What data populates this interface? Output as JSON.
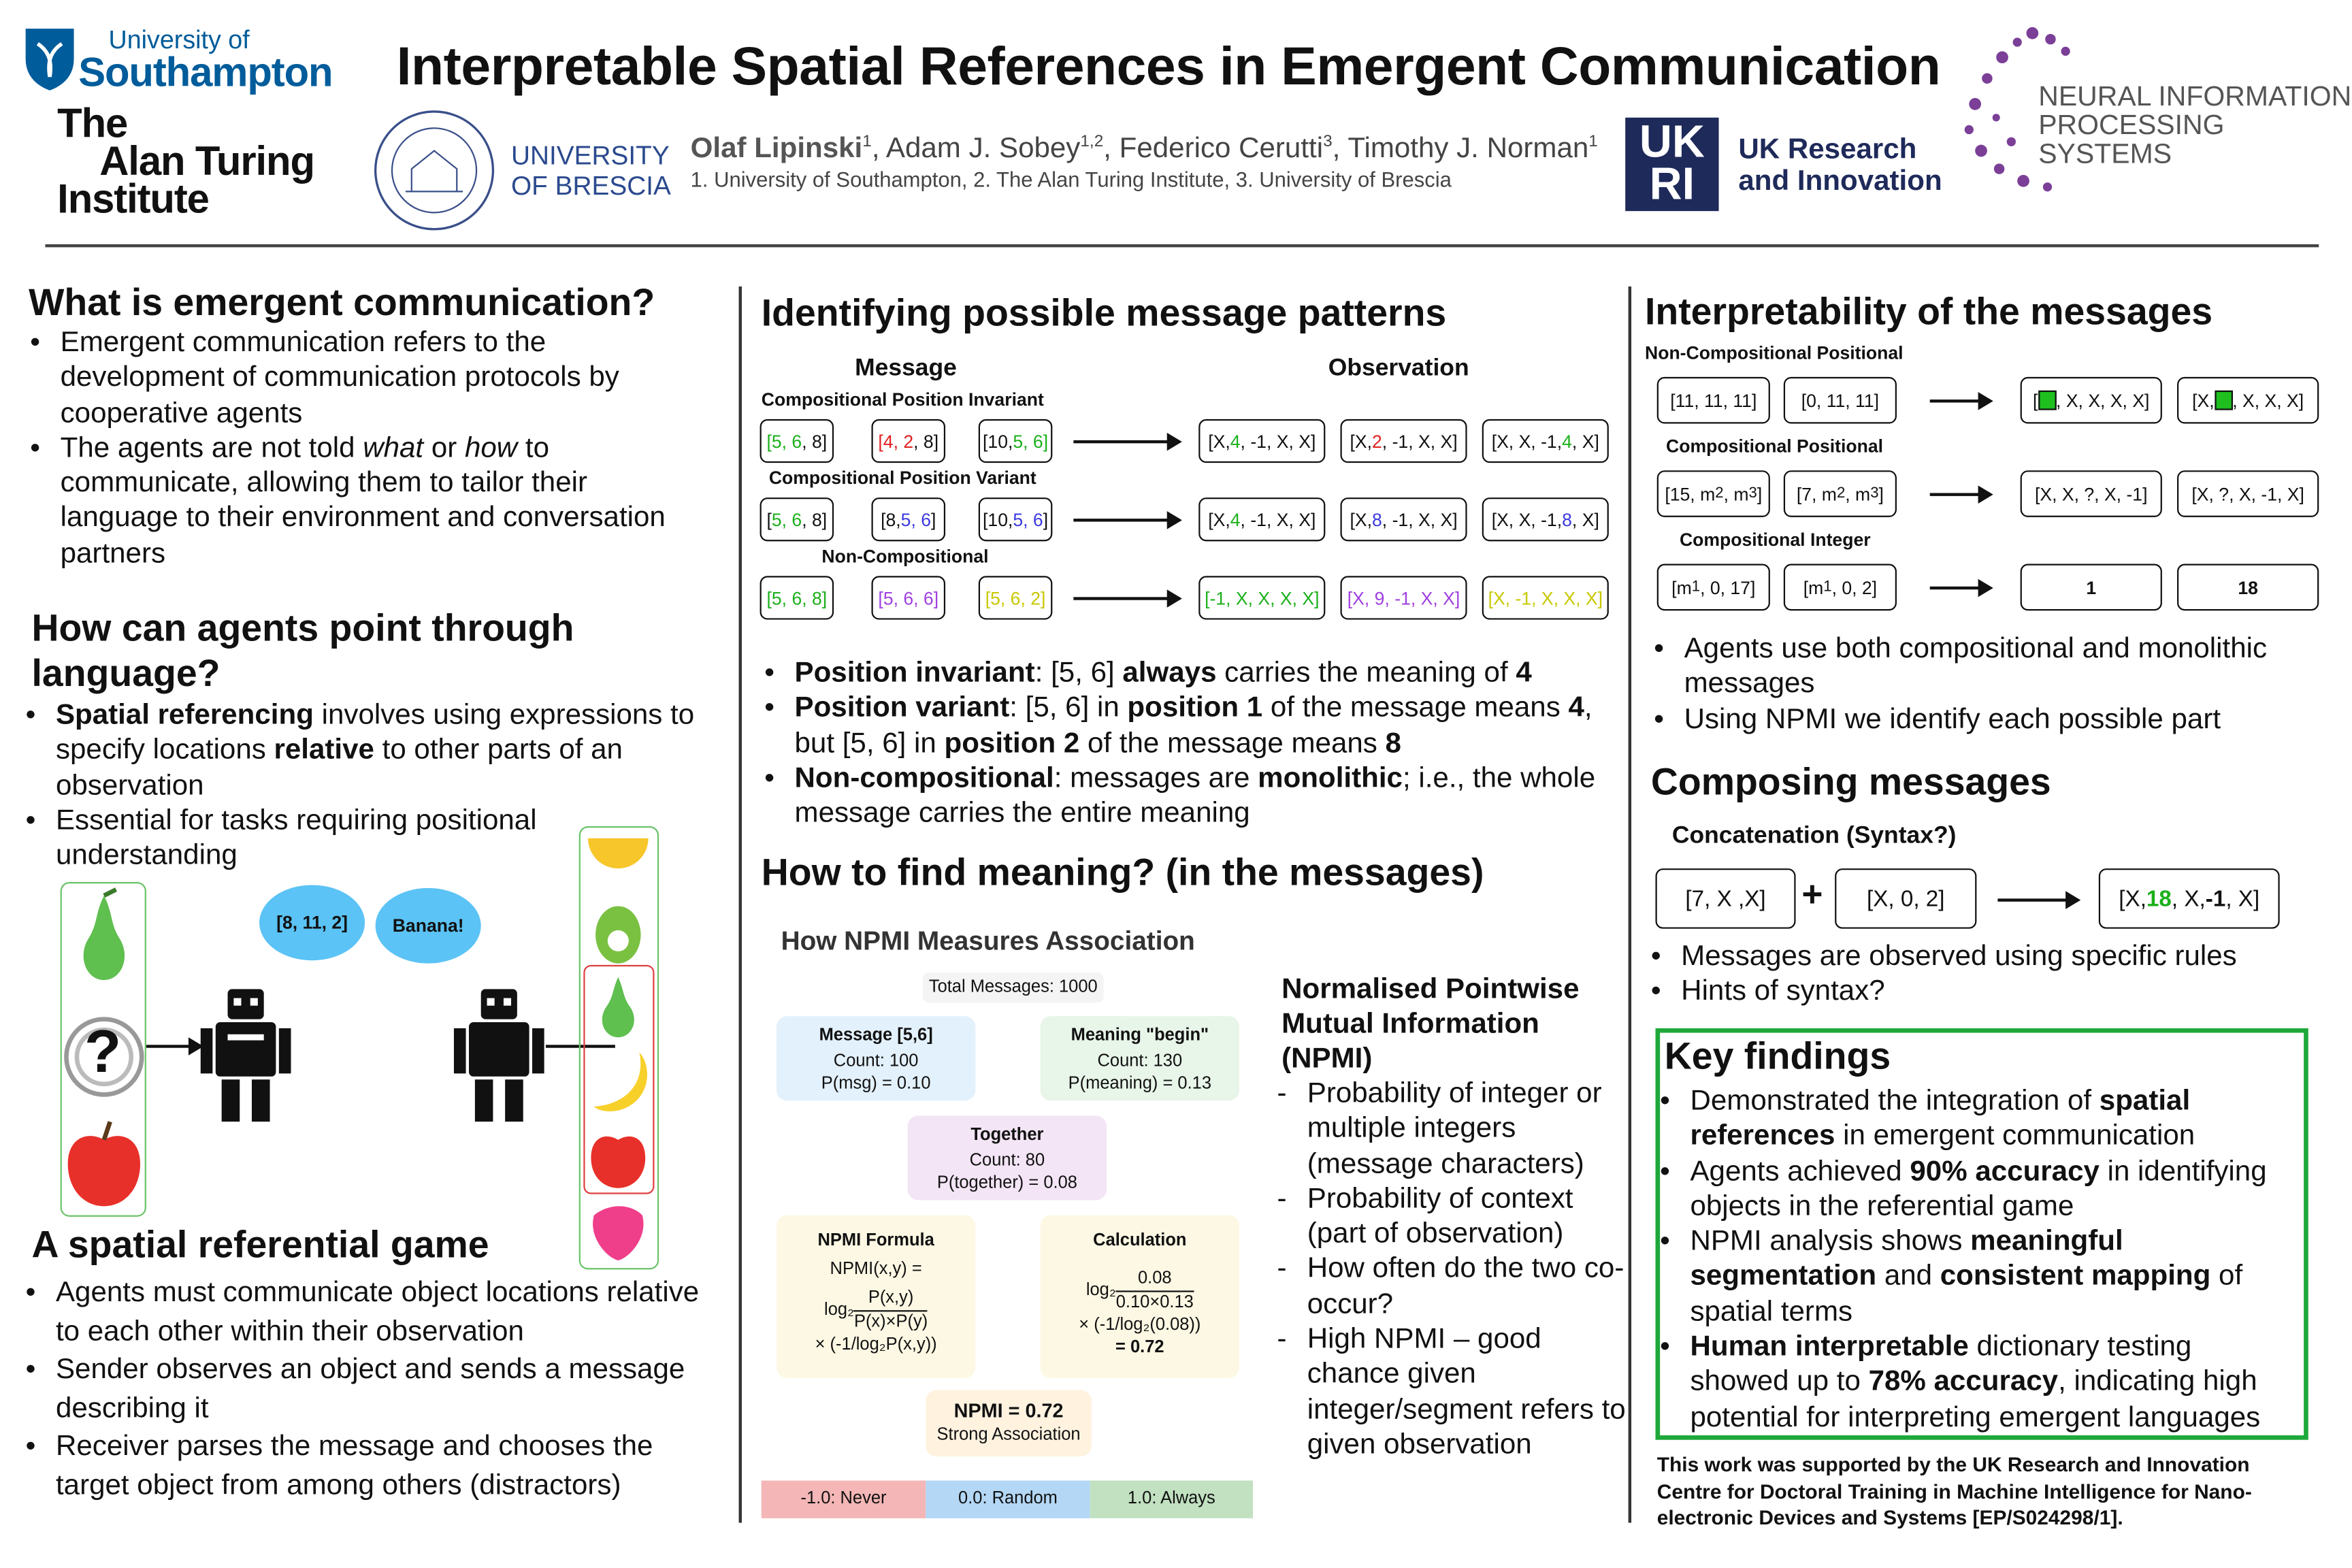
{
  "header": {
    "title": "Interpretable Spatial References in Emergent Communication",
    "soton_line1": "University of",
    "soton_line2": "Southampton",
    "turing": [
      "The",
      "Alan Turing",
      "Institute"
    ],
    "brescia_line1": "UNIVERSITY",
    "brescia_line2": "OF BRESCIA",
    "authors": [
      {
        "t": "Olaf Lipinski",
        "b": true
      },
      {
        "t": "1",
        "sup": true
      },
      {
        "t": ", Adam J. Sobey"
      },
      {
        "t": "1,2",
        "sup": true
      },
      {
        "t": ", Federico Cerutti"
      },
      {
        "t": "3",
        "sup": true
      },
      {
        "t": ", Timothy J. Norman"
      },
      {
        "t": "1",
        "sup": true
      }
    ],
    "affiliations": "1. University of Southampton, 2. The Alan Turing Institute, 3. University of Brescia",
    "ukri_line1": "UK Research",
    "ukri_line2": "and Innovation",
    "neurips_line1": "NEURAL INFORMATION",
    "neurips_line2": "PROCESSING SYSTEMS",
    "colors": {
      "navy": "#1e2a5a",
      "soton": "#005c9a",
      "neurips": "#7b3f98"
    }
  },
  "left": {
    "h1": "What is emergent communication?",
    "b1": [
      [
        {
          "t": "Emergent communication refers to the development of communication protocols by cooperative agents"
        }
      ],
      [
        {
          "t": "The agents are not told "
        },
        {
          "t": "what",
          "i": true
        },
        {
          "t": " or "
        },
        {
          "t": "how",
          "i": true
        },
        {
          "t": " to communicate, allowing them to tailor their language to their environment and conversation partners"
        }
      ]
    ],
    "h2": "How can agents point through language?",
    "b2": [
      [
        {
          "t": "Spatial referencing",
          "b": true
        },
        {
          "t": " involves using expressions to specify locations "
        },
        {
          "t": "relative",
          "b": true
        },
        {
          "t": " to other parts of an observation"
        }
      ],
      [
        {
          "t": "Essential for tasks requiring positional understanding"
        }
      ]
    ],
    "speech1": "[8, 11, 2]",
    "speech2": "Banana!",
    "question": "?",
    "h3": "A spatial referential game",
    "b3": [
      [
        {
          "t": "Agents must communicate object locations relative to each other within their observation"
        }
      ],
      [
        {
          "t": "Sender observes an object and sends a message describing it"
        }
      ],
      [
        {
          "t": "Receiver parses the message and chooses the target object from among others (distractors)"
        }
      ]
    ]
  },
  "middle": {
    "h1": "Identifying possible message patterns",
    "col_message": "Message",
    "col_observation": "Observation",
    "rows": [
      {
        "label": "Compositional Position Invariant",
        "msgs": [
          "<span class=g>[5, 6</span>, 8]",
          "<span class=r>[4, 2</span>, 8]",
          "[10, <span class=g>5, 6]</span>"
        ],
        "obs": [
          "[X, <span class=g>4</span>, -1, X, X]",
          "[X, <span class=r>2</span>, -1, X, X]",
          "[X, X, -1, <span class=g>4</span>, X]"
        ]
      },
      {
        "label": "Compositional Position Variant",
        "msgs": [
          "[<span class=g>5, 6</span>, 8]",
          "[8, <span class=bu>5, 6</span>]",
          "[10, <span class=bu>5, 6</span>]"
        ],
        "obs": [
          "[X, <span class=g>4</span>, -1, X, X]",
          "[X, <span class=bu>8</span>, -1, X, X]",
          "[X, X, -1, <span class=bu>8</span>, X]"
        ]
      },
      {
        "label": "Non-Compositional",
        "msgs": [
          "<span class=g>[5, 6, 8]</span>",
          "<span class=p>[5, 6, 6]</span>",
          "<span class=y>[5, 6, 2]</span>"
        ],
        "obs": [
          "<span class=g>[-1, X, X, X, X]</span>",
          "<span class=p>[X, 9, -1, X, X]</span>",
          "<span class=y>[X, -1, X, X, X]</span>"
        ]
      }
    ],
    "b1": [
      [
        {
          "t": "Position invariant",
          "b": true
        },
        {
          "t": ": [5, 6] "
        },
        {
          "t": "always",
          "b": true
        },
        {
          "t": " carries the meaning of "
        },
        {
          "t": "4",
          "b": true
        }
      ],
      [
        {
          "t": "Position variant",
          "b": true
        },
        {
          "t": ": [5, 6] in "
        },
        {
          "t": "position 1",
          "b": true
        },
        {
          "t": " of the message means "
        },
        {
          "t": "4",
          "b": true
        },
        {
          "t": ", but [5, 6] in "
        },
        {
          "t": "position 2",
          "b": true
        },
        {
          "t": " of the message means "
        },
        {
          "t": "8",
          "b": true
        }
      ],
      [
        {
          "t": "Non-compositional",
          "b": true
        },
        {
          "t": ": messages are "
        },
        {
          "t": "monolithic",
          "b": true
        },
        {
          "t": "; i.e., the whole message carries the entire meaning"
        }
      ]
    ],
    "h2": "How to find meaning? (in the messages)",
    "npmi": {
      "title": "How NPMI Measures Association",
      "total": "Total Messages: 1000",
      "msg": {
        "title": "Message [5,6]",
        "l1": "Count: 100",
        "l2": "P(msg) = 0.10"
      },
      "meaning": {
        "title": "Meaning \"begin\"",
        "l1": "Count: 130",
        "l2": "P(meaning) = 0.13"
      },
      "together": {
        "title": "Together",
        "l1": "Count: 80",
        "l2": "P(together) = 0.08"
      },
      "formula": {
        "title": "NPMI Formula",
        "l1": "NPMI(x,y) =",
        "log": "log₂",
        "num": "P(x,y)",
        "den": "P(x)×P(y)",
        "l3": "× (-1/log₂P(x,y))"
      },
      "calc": {
        "title": "Calculation",
        "log": "log₂",
        "num": "0.08",
        "den": "0.10×0.13",
        "l3": "× (-1/log₂(0.08))",
        "l4": "= 0.72"
      },
      "result": {
        "title": "NPMI = 0.72",
        "l1": "Strong Association"
      },
      "scale": [
        "-1.0: Never",
        "0.0: Random",
        "1.0: Always"
      ],
      "colors": {
        "msg": "#e3f1fc",
        "meaning": "#e8f5e9",
        "together": "#f3e5f5",
        "formula": "#fdf8e4",
        "result": "#fff3e0",
        "never": "#f4b6b6",
        "random": "#b3d7f5",
        "always": "#c1e1c1"
      }
    },
    "npmi_heading": "Normalised Pointwise Mutual Information (NPMI)",
    "b2": [
      [
        {
          "t": "Probability of integer or multiple integers (message characters)"
        }
      ],
      [
        {
          "t": "Probability of context (part of observation)"
        }
      ],
      [
        {
          "t": "How often do the two co-occur?"
        }
      ],
      [
        {
          "t": "High NPMI – good chance given integer/segment refers to given observation"
        }
      ]
    ]
  },
  "right": {
    "h1": "Interpretability of the messages",
    "rows": [
      {
        "label": "Non-Compositional Positional",
        "msgs": [
          "[11, 11, 11]",
          "[0, 11, 11]"
        ],
        "obs": [
          "[<span class=sq></span>, X, X, X, X]",
          "[X, <span class=sq></span>, X, X, X]"
        ]
      },
      {
        "label": "Compositional Positional",
        "msgs": [
          "[15, m<sub>2</sub>, m<sub>3</sub>]",
          "[7, m<sub>2</sub>, m<sub>3</sub>]"
        ],
        "obs": [
          "[X, X, ?, X, -1]",
          "[X, ?, X, -1, X]"
        ]
      },
      {
        "label": "Compositional Integer",
        "msgs": [
          "[m<sub>1</sub>, 0, 17]",
          "[m<sub>1</sub>, 0, 2]"
        ],
        "obs": [
          "<b>1</b>",
          "<b>18</b>"
        ]
      }
    ],
    "b1": [
      [
        {
          "t": "Agents use both compositional and monolithic messages"
        }
      ],
      [
        {
          "t": "Using NPMI we identify each possible part"
        }
      ]
    ],
    "h2": "Composing messages",
    "concat_label": "Concatenation (Syntax?)",
    "concat": {
      "a": "[7, X ,X]",
      "plus": "+",
      "b": "[X, 0, 2]",
      "result": "[X, <span class=g><b>18</b></span>, X, <b>-1</b>, X]"
    },
    "b2": [
      [
        {
          "t": "Messages are observed using specific rules"
        }
      ],
      [
        {
          "t": "Hints of syntax?"
        }
      ]
    ],
    "kf_title": "Key findings",
    "kf": [
      [
        {
          "t": "Demonstrated the integration of "
        },
        {
          "t": "spatial references",
          "b": true
        },
        {
          "t": " in emergent communication"
        }
      ],
      [
        {
          "t": "Agents achieved "
        },
        {
          "t": "90% accuracy",
          "b": true
        },
        {
          "t": " in identifying objects in the referential game"
        }
      ],
      [
        {
          "t": "NPMI analysis shows "
        },
        {
          "t": "meaningful segmentation",
          "b": true
        },
        {
          "t": " and "
        },
        {
          "t": "consistent mapping",
          "b": true
        },
        {
          "t": " of spatial terms"
        }
      ],
      [
        {
          "t": "Human interpretable",
          "b": true
        },
        {
          "t": " dictionary testing showed up to "
        },
        {
          "t": "78% accuracy",
          "b": true
        },
        {
          "t": ", indicating high potential for interpreting emergent languages"
        }
      ]
    ],
    "kf_color": "#1fa83a",
    "ack": "This work was supported by the UK Research and Innovation Centre for Doctoral Training in Machine Intelligence for Nano-electronic Devices and Systems [EP/S024298/1]."
  }
}
